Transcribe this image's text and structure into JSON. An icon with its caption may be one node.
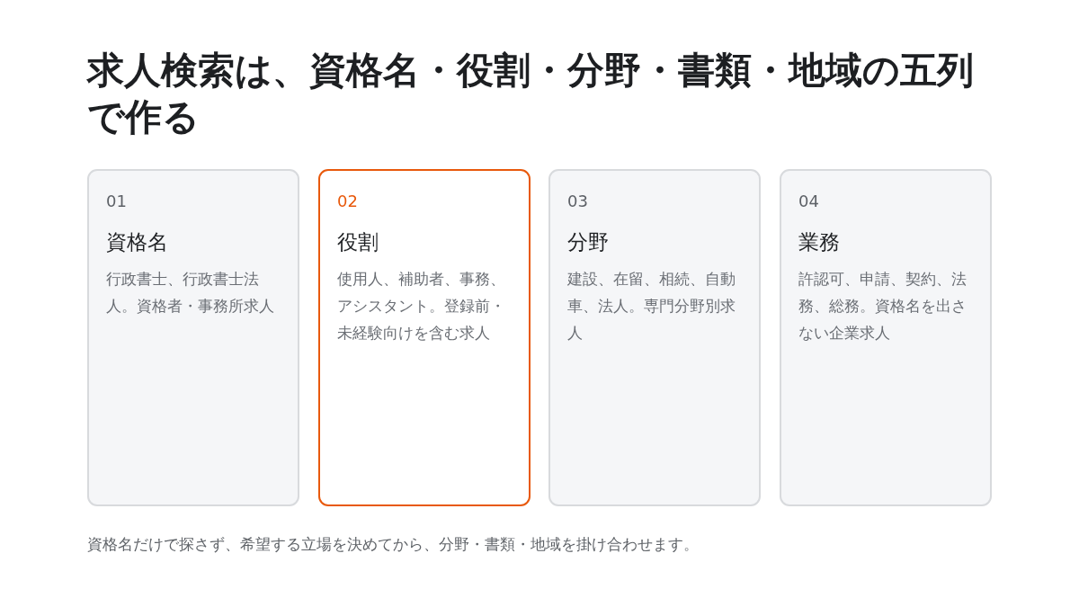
{
  "diagram": {
    "title": "求人検索は、資格名・役割・分野・書類・地域の五列で作る",
    "nodes": [
      {
        "text": [
          "01",
          "資格名",
          "行政書士、行政書士法人。資格者・事務所求人"
        ]
      },
      {
        "text": [
          "02",
          "役割",
          "使用人、補助者、事務、アシスタント。登録前・未経験向けを含む求人"
        ]
      },
      {
        "text": [
          "03",
          "分野",
          "建設、在留、相続、自動車、法人。専門分野別求人"
        ]
      },
      {
        "text": [
          "04",
          "業務",
          "許認可、申請、契約、法務、総務。資格名を出さない企業求人"
        ]
      }
    ],
    "edges": [],
    "caption": "資格名だけで探さず、希望する立場を決めてから、分野・書類・地域を掛け合わせます。"
  }
}
